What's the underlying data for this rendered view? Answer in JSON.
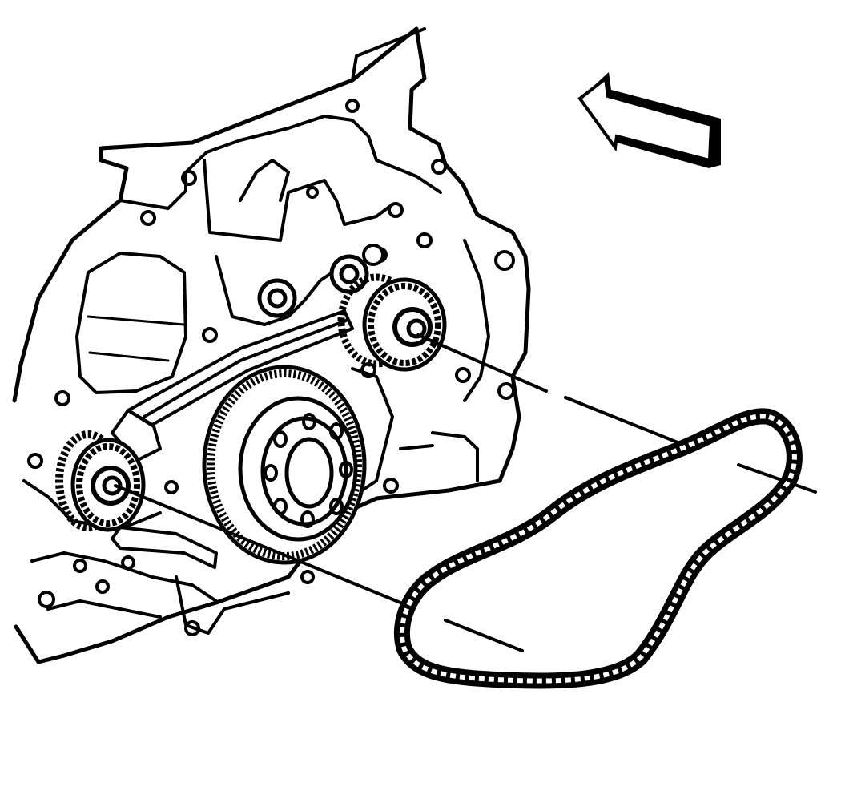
{
  "diagram": {
    "style": "black line drawing on white",
    "colors": {
      "line": "#000000",
      "background": "#ffffff"
    },
    "icons": [
      "direction-arrow-icon"
    ],
    "parts": [
      "engine-block",
      "crankshaft-sprocket",
      "intermediate-sprocket",
      "idler-sprocket",
      "timing-chain"
    ]
  }
}
